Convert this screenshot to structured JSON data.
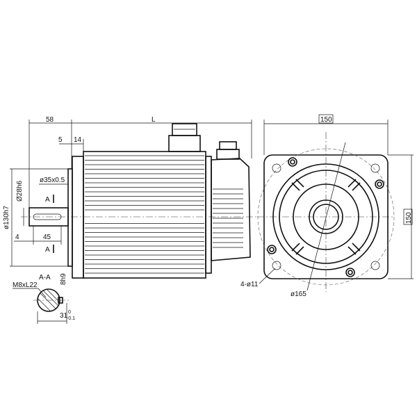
{
  "drawing": {
    "side_view": {
      "dim_flange_to_shaft": "58",
      "dim_length": "L",
      "dim_flange_thickness": "5",
      "dim_spigot": "14",
      "dim_spigot_dia": "ø35x0.5",
      "dim_shaft_dia": "Ø28h6",
      "dim_pilot_dia": "ø130h7",
      "dim_shaft_offset": "4",
      "dim_key_length": "45",
      "section_mark_top": "A",
      "section_mark_bottom": "A"
    },
    "section_view": {
      "title": "A-A",
      "thread": "M8xL22",
      "key_width": "8h9",
      "key_height": "31",
      "tol_upper": "0",
      "tol_lower": "-0.1"
    },
    "front_view": {
      "width": "150",
      "height": "150",
      "holes": "4-ø11",
      "bolt_circle": "ø165"
    }
  }
}
